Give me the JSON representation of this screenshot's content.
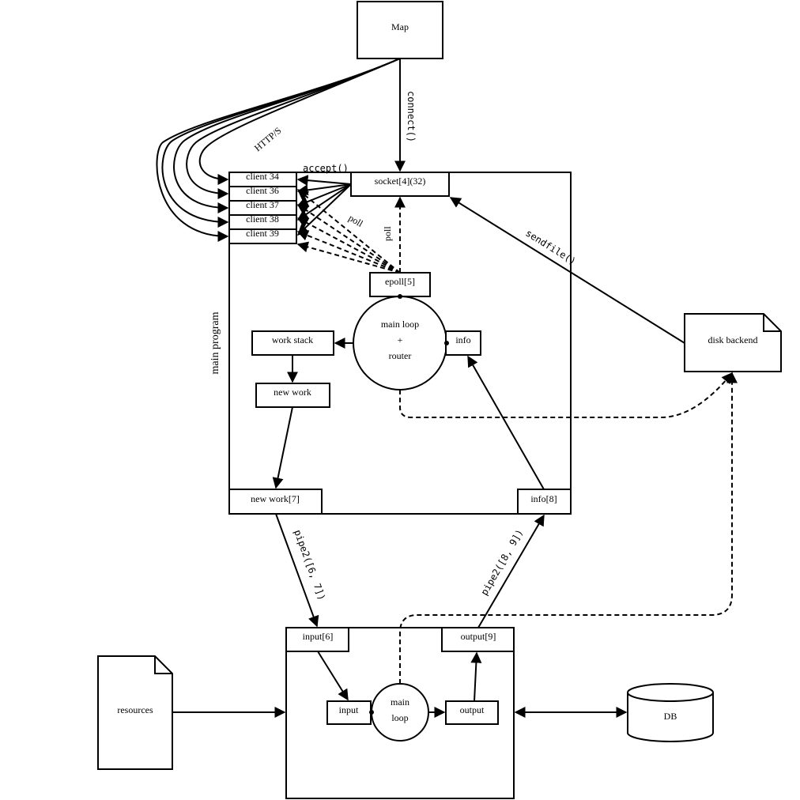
{
  "nodes": {
    "map": "Map",
    "socket": "socket[4](32)",
    "clients": [
      "client 34",
      "client 36",
      "client 37",
      "client 38",
      "client 39"
    ],
    "epoll": "epoll[5]",
    "main_loop": [
      "main loop",
      "+",
      "router"
    ],
    "info": "info",
    "work_stack": "work stack",
    "new_work": "new work",
    "new_work_fd": "new work[7]",
    "info_fd": "info[8]",
    "main_program": "main program",
    "disk_backend": "disk backend",
    "input_fd": "input[6]",
    "output_fd": "output[9]",
    "input": "input",
    "output": "output",
    "worker_loop": [
      "main",
      "loop"
    ],
    "resources": "resources",
    "db": "DB"
  },
  "edges": {
    "https": "HTTP/S",
    "connect": "connect()",
    "accept": "accept()",
    "poll_clients": "poll",
    "poll_socket": "poll",
    "sendfile": "sendfile()",
    "pipe_in": "pipe2([6, 7])",
    "pipe_out": "pipe2([8, 9])"
  }
}
